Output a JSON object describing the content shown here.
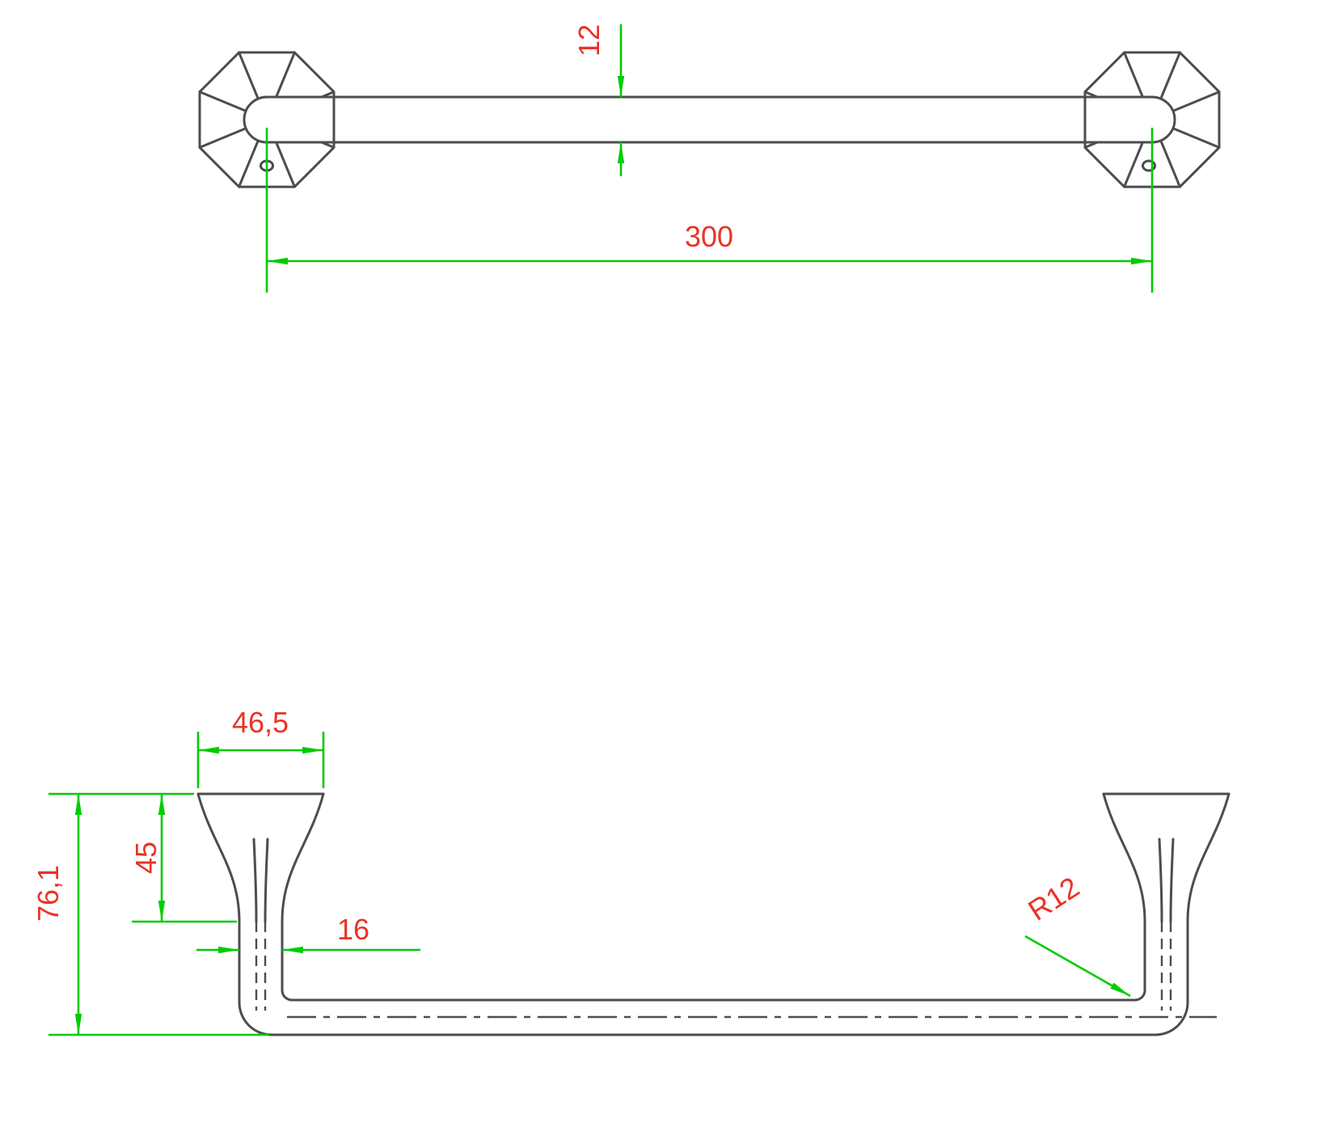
{
  "drawing": {
    "description": "Two-view dimensioned technical drawing of a wall-mounted towel bar with octagonal flanges",
    "colors": {
      "background": "#ffffff",
      "geometry_lines": "#4d4d4d",
      "dimension_lines": "#00cc00",
      "dimension_text": "#ea3326"
    },
    "top_view": {
      "dim_bar_diameter": "12",
      "dim_length": "300"
    },
    "side_view": {
      "dim_flange_width": "46,5",
      "dim_flange_height": "45",
      "dim_total_height": "76,1",
      "dim_neck_width": "16",
      "dim_bend_radius": "R12"
    }
  }
}
